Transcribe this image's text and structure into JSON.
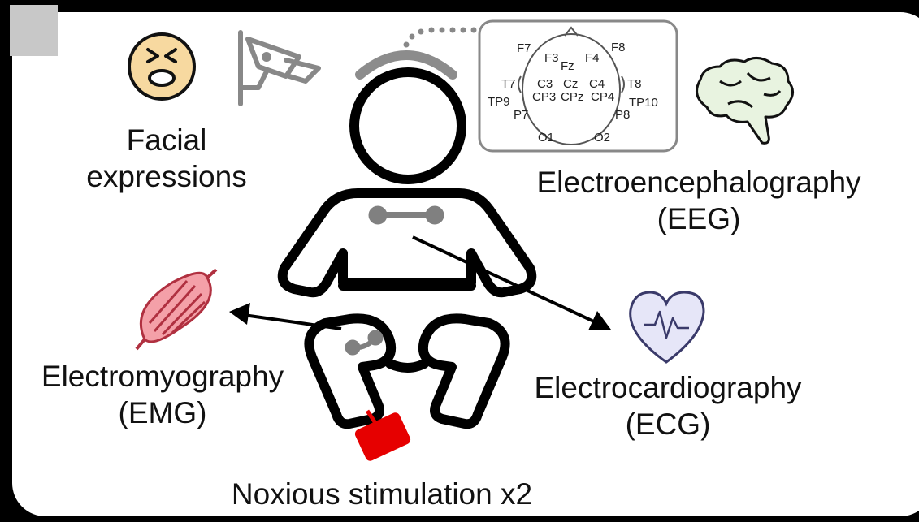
{
  "labels": {
    "facial_line1": "Facial",
    "facial_line2": "expressions",
    "eeg_line1": "Electroencephalography",
    "eeg_line2": "(EEG)",
    "emg_line1": "Electromyography",
    "emg_line2": "(EMG)",
    "ecg_line1": "Electrocardiography",
    "ecg_line2": "(ECG)",
    "stimulation": "Noxious stimulation x2"
  },
  "eeg_electrodes": {
    "f7": "F7",
    "f8": "F8",
    "f3": "F3",
    "fz": "Fz",
    "f4": "F4",
    "t7": "T7",
    "c3": "C3",
    "cz": "Cz",
    "c4": "C4",
    "t8": "T8",
    "tp9": "TP9",
    "cp3": "CP3",
    "cpz": "CPz",
    "cp4": "CP4",
    "tp10": "TP10",
    "p7": "P7",
    "p8": "P8",
    "o1": "O1",
    "o2": "O2"
  },
  "colors": {
    "face": "#f7d9a0",
    "muscle": "#f4a0a8",
    "heart": "#e6e6f8",
    "stimulator": "#e60000",
    "electrode": "#808080",
    "brain": "#e8f3e0"
  },
  "icons": [
    "crying-face-icon",
    "camera-icon",
    "brain-icon",
    "muscle-icon",
    "heart-ecg-icon",
    "stimulator-icon",
    "infant-icon",
    "eeg-cap-icon"
  ]
}
